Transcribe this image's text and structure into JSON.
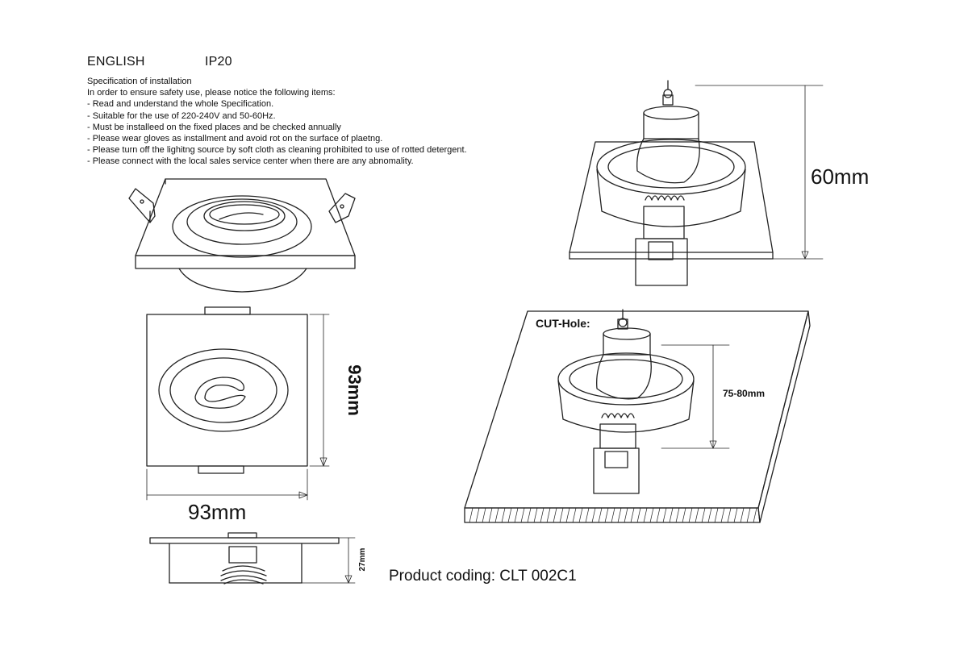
{
  "header": {
    "language": "ENGLISH",
    "rating": "IP20"
  },
  "spec": {
    "title": "Specification of installation",
    "intro": "In order to ensure safety use, please notice the following items:",
    "items": [
      "- Read and understand the whole Specification.",
      "- Suitable for the use of 220-240V and 50-60Hz.",
      "- Must be installeed on the fixed places and be checked annually",
      "- Please wear gloves as installment and avoid rot on the surface of plaetng.",
      "- Please turn off the lighitng source by soft cloth as cleaning prohibited to use of rotted detergent.",
      "- Please connect with the local sales service center when there are any abnomality."
    ]
  },
  "dimensions": {
    "height_side": "60mm",
    "front_height": "93mm",
    "front_width": "93mm",
    "depth": "27mm",
    "cut_hole_label": "CUT-Hole:",
    "cut_hole_value": "75-80mm"
  },
  "product": {
    "coding": "Product coding: CLT 002C1"
  },
  "colors": {
    "line": "#222222",
    "background": "#ffffff"
  }
}
